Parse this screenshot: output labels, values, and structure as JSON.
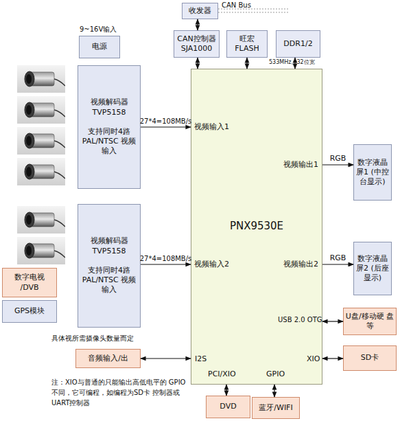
{
  "diagram": {
    "nodes": [
      {
        "text": [
          "收发器"
        ]
      },
      {
        "text": [
          "9~16V输入",
          "电源"
        ]
      },
      {
        "text": [
          "CAN控制器 SJA1000"
        ]
      },
      {
        "text": [
          "旺宏 FLASH"
        ]
      },
      {
        "text": [
          "DDR1/2"
        ]
      },
      {
        "text": [
          "PNX9530E"
        ]
      },
      {
        "text": [
          "视频解码器 TVP5158",
          "支持同时4路 PAL/NTSC 视频输入"
        ]
      },
      {
        "text": [
          "数字液晶屏1 (中控台显示)"
        ]
      },
      {
        "text": [
          "视频解码器 TVP5158",
          "支持同时4路 PAL/NTSC 视频输入"
        ]
      },
      {
        "text": [
          "数字液晶屏2 (后座显示)"
        ]
      },
      {
        "text": [
          "数字电视 /DVB"
        ]
      },
      {
        "text": [
          "GPS模块"
        ]
      },
      {
        "text": [
          "U盘/移动硬 盘等"
        ]
      },
      {
        "text": [
          "音频输入/出"
        ]
      },
      {
        "text": [
          "SD卡"
        ]
      },
      {
        "text": [
          "DVD"
        ]
      },
      {
        "text": [
          "蓝牙/WIFI"
        ]
      }
    ],
    "edges": [
      {
        "from": 0,
        "to": 2,
        "arrow": "both"
      },
      {
        "from": 2,
        "to": 5,
        "arrow": "both"
      },
      {
        "from": 3,
        "to": 5,
        "arrow": "both"
      },
      {
        "from": 4,
        "to": 5,
        "arrow": "both"
      },
      {
        "from": 6,
        "to": 5,
        "arrow": "to",
        "label": "27*4=108MB/s"
      },
      {
        "from": 8,
        "to": 5,
        "arrow": "to",
        "label": "27*4=108MB/s"
      },
      {
        "from": 5,
        "to": 7,
        "arrow": "to",
        "label": "RGB"
      },
      {
        "from": 5,
        "to": 9,
        "arrow": "to",
        "label": "RGB"
      },
      {
        "from": 5,
        "to": 12,
        "arrow": "both"
      },
      {
        "from": 13,
        "to": 5,
        "arrow": "both"
      },
      {
        "from": 5,
        "to": 14,
        "arrow": "both"
      },
      {
        "from": 15,
        "to": 5,
        "arrow": "both"
      },
      {
        "from": 16,
        "to": 5,
        "arrow": "both"
      }
    ],
    "labels": [
      "CAN Bus",
      "533MHz、32位宽",
      "视频输入1",
      "视频输出1",
      "视频输入2",
      "视频输出2",
      "USB 2.0 OTG",
      "具体视所需摄像头数量而定",
      "I2S",
      "XIO",
      "PCI/XIO",
      "GPIO",
      "注：XIO与普通的只能输出高低电平的 GPIO不同，它可编程，如编程为SD卡 控制器或UART控制器"
    ]
  }
}
